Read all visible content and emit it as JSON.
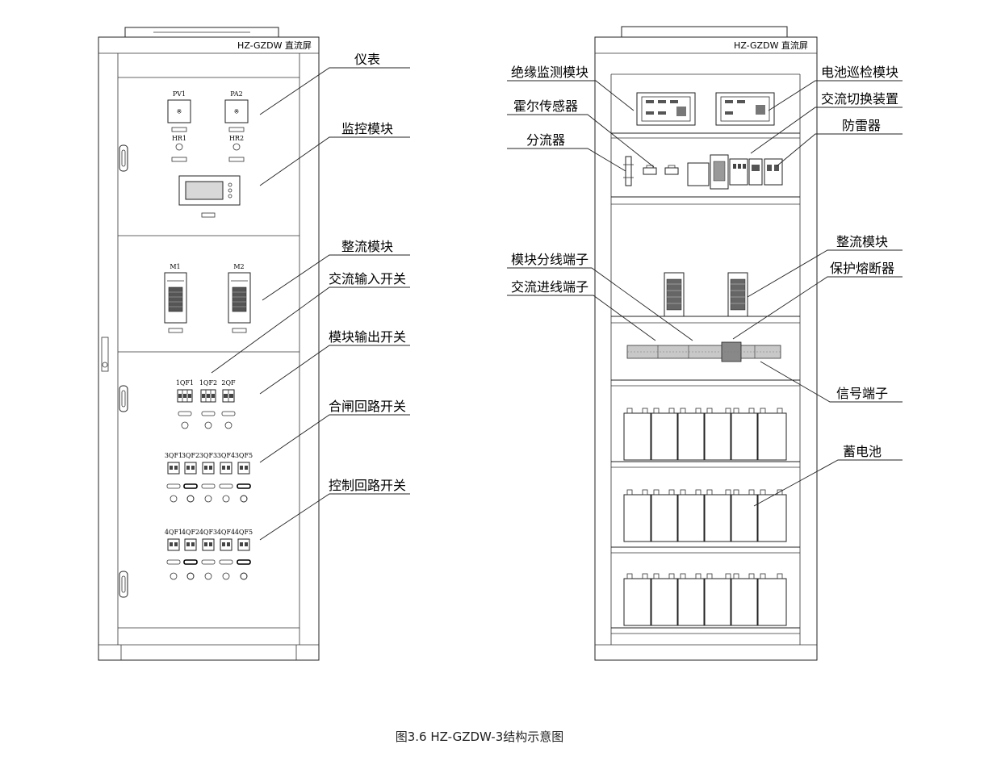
{
  "left_cabinet": {
    "header": "HZ-GZDW 直流屏",
    "meters": [
      "PV1",
      "PA2"
    ],
    "indicators": [
      "HR1",
      "HR2"
    ],
    "rectifiers": [
      "M1",
      "M2"
    ],
    "switches_row1": [
      "1QF1",
      "1QF2",
      "2QF"
    ],
    "switches_row2": [
      "3QF1",
      "3QF2",
      "3QF3",
      "3QF4",
      "3QF5"
    ],
    "switches_row3": [
      "4QF1",
      "4QF2",
      "4QF3",
      "4QF4",
      "4QF5"
    ]
  },
  "left_callouts": {
    "meter": "仪表",
    "monitor": "监控模块",
    "rectifier": "整流模块",
    "ac_input_switch": "交流输入开关",
    "module_output_switch": "模块输出开关",
    "closing_circuit_switch": "合闸回路开关",
    "control_circuit_switch": "控制回路开关"
  },
  "right_cabinet": {
    "header": "HZ-GZDW 直流屏"
  },
  "right_callouts": {
    "insulation_monitor": "绝缘监测模块",
    "hall_sensor": "霍尔传感器",
    "shunt": "分流器",
    "module_terminal": "模块分线端子",
    "ac_terminal": "交流进线端子",
    "battery_inspection": "电池巡检模块",
    "ac_switching": "交流切换装置",
    "surge_protector": "防雷器",
    "rectifier": "整流模块",
    "fuse": "保护熔断器",
    "signal_terminal": "信号端子",
    "battery": "蓄电池"
  },
  "caption": "图3.6 HZ-GZDW-3结构示意图"
}
